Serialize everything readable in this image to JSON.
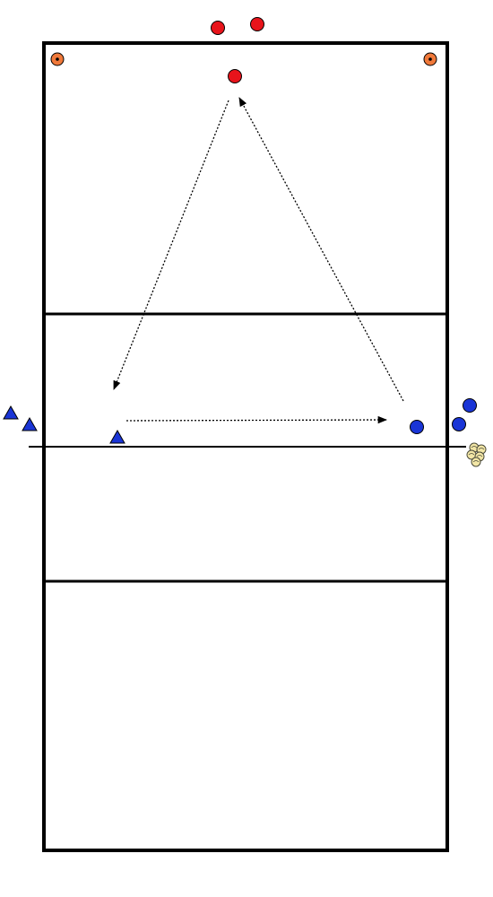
{
  "diagram": {
    "type": "volleyball-drill",
    "court": {
      "lines": [
        "attack-line-top",
        "net",
        "attack-line-bottom"
      ]
    },
    "players": [
      {
        "name": "red-player-1",
        "team": "red",
        "shape": "circle"
      },
      {
        "name": "red-player-2",
        "team": "red",
        "shape": "circle"
      },
      {
        "name": "red-player-setter",
        "team": "red",
        "shape": "circle"
      },
      {
        "name": "blue-circle-player-1",
        "team": "blue",
        "shape": "circle"
      },
      {
        "name": "blue-circle-player-2",
        "team": "blue",
        "shape": "circle"
      },
      {
        "name": "blue-circle-player-3",
        "team": "blue",
        "shape": "circle"
      },
      {
        "name": "blue-triangle-player-1",
        "team": "blue",
        "shape": "triangle"
      },
      {
        "name": "blue-triangle-player-2",
        "team": "blue",
        "shape": "triangle"
      },
      {
        "name": "blue-triangle-player-3",
        "team": "blue",
        "shape": "triangle"
      }
    ],
    "cones": 2,
    "ball_basket": "volleyballs",
    "colors": {
      "court_line": "#000000",
      "red_player": "#e8141b",
      "blue_player": "#1a35d6",
      "cone_fill": "#f0793a",
      "ball": "#f2e6a6",
      "arrow": "#000000"
    }
  }
}
